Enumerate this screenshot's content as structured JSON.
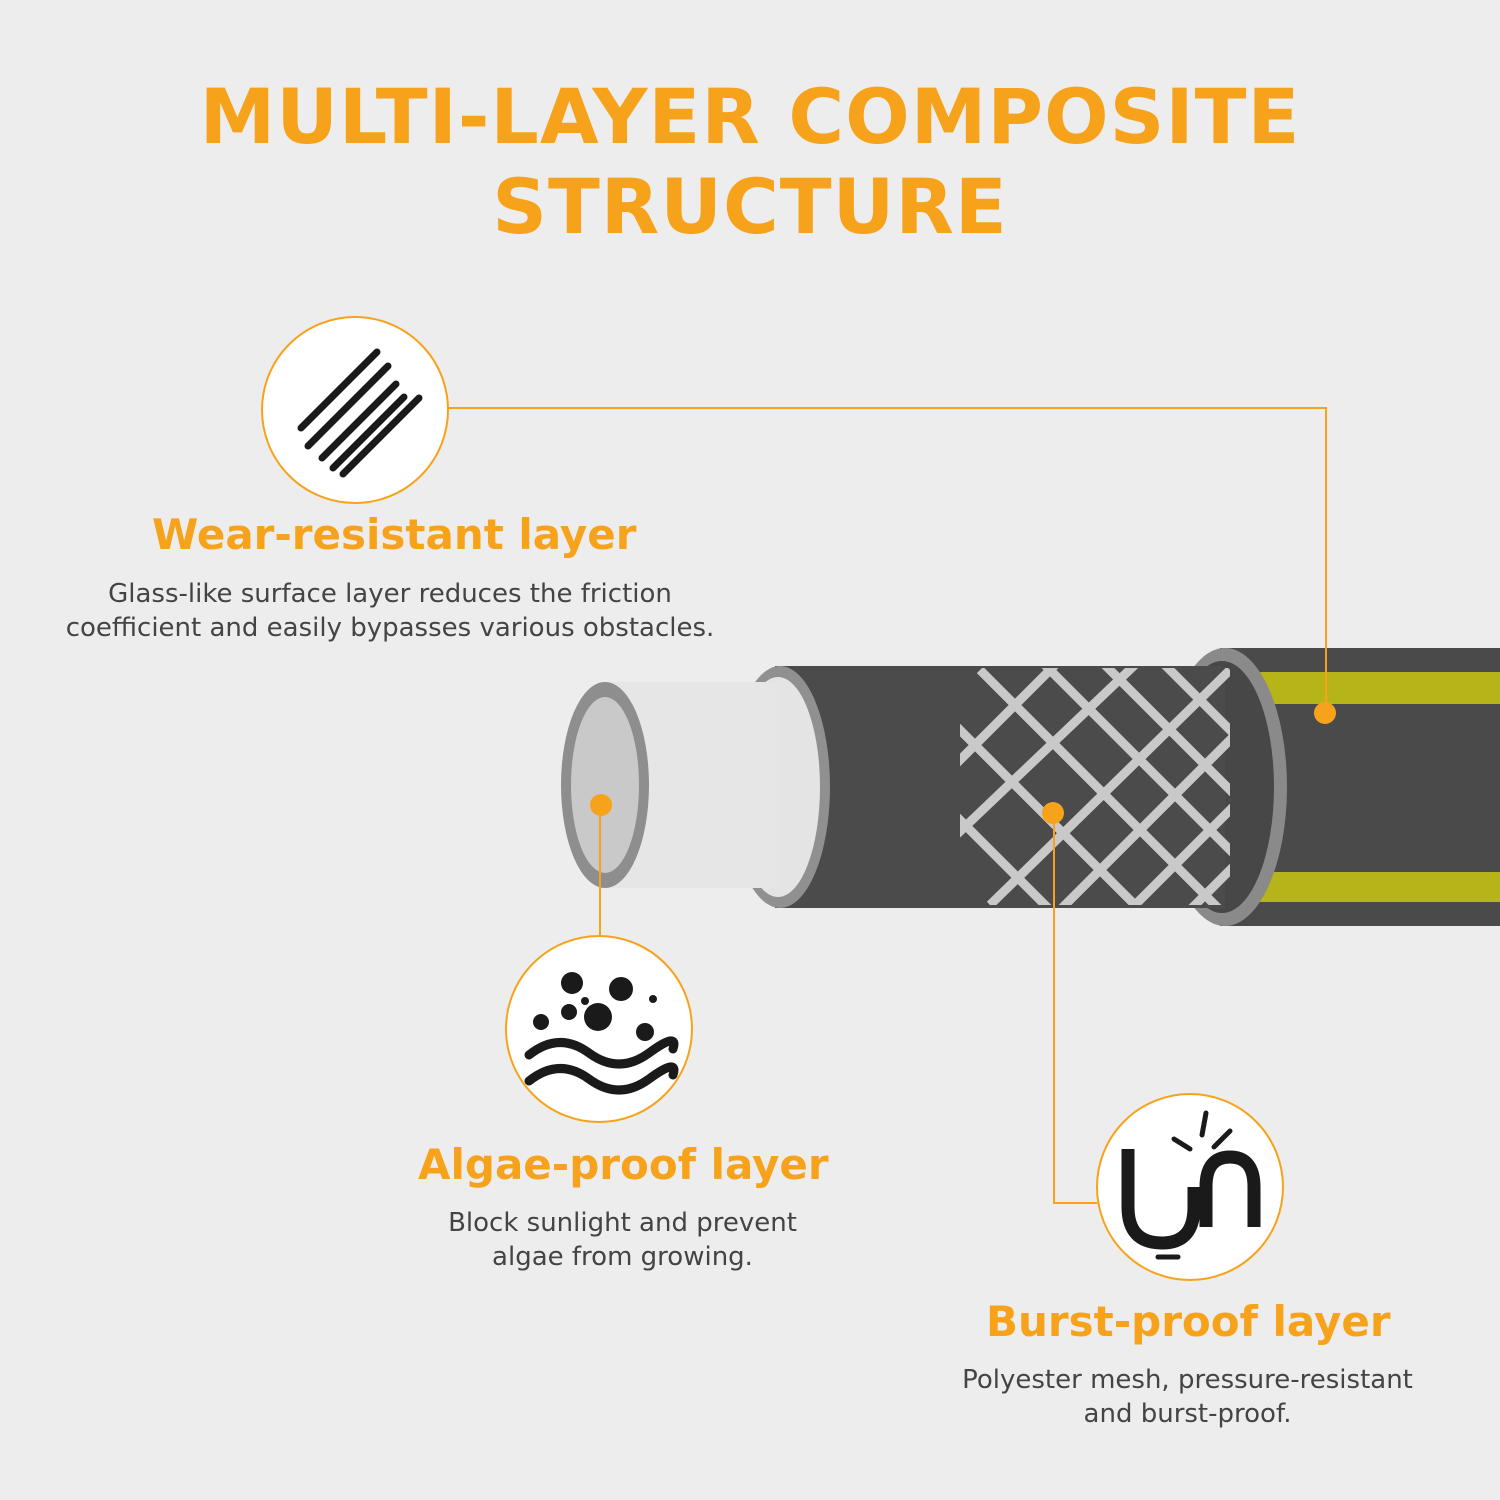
{
  "title": {
    "line1": "MULTI-LAYER COMPOSITE",
    "line2": "STRUCTURE"
  },
  "colors": {
    "accent": "#f7a21b",
    "background": "#ededed",
    "hose_outer": "#4a4a4a",
    "hose_stripe": "#b5b51a",
    "text_body": "#444444",
    "icon": "#1a1a1a"
  },
  "layers": [
    {
      "heading": "Wear-resistant layer",
      "desc_line1": "Glass-like surface layer reduces the friction",
      "desc_line2": "coefficient and easily bypasses various obstacles.",
      "icon": "parallel-lines-icon"
    },
    {
      "heading": "Algae-proof layer",
      "desc_line1": "Block sunlight and prevent",
      "desc_line2": "algae from growing.",
      "icon": "bubbles-waves-icon"
    },
    {
      "heading": "Burst-proof layer",
      "desc_line1": "Polyester mesh, pressure-resistant",
      "desc_line2": "and burst-proof.",
      "icon": "burst-pipe-icon"
    }
  ]
}
